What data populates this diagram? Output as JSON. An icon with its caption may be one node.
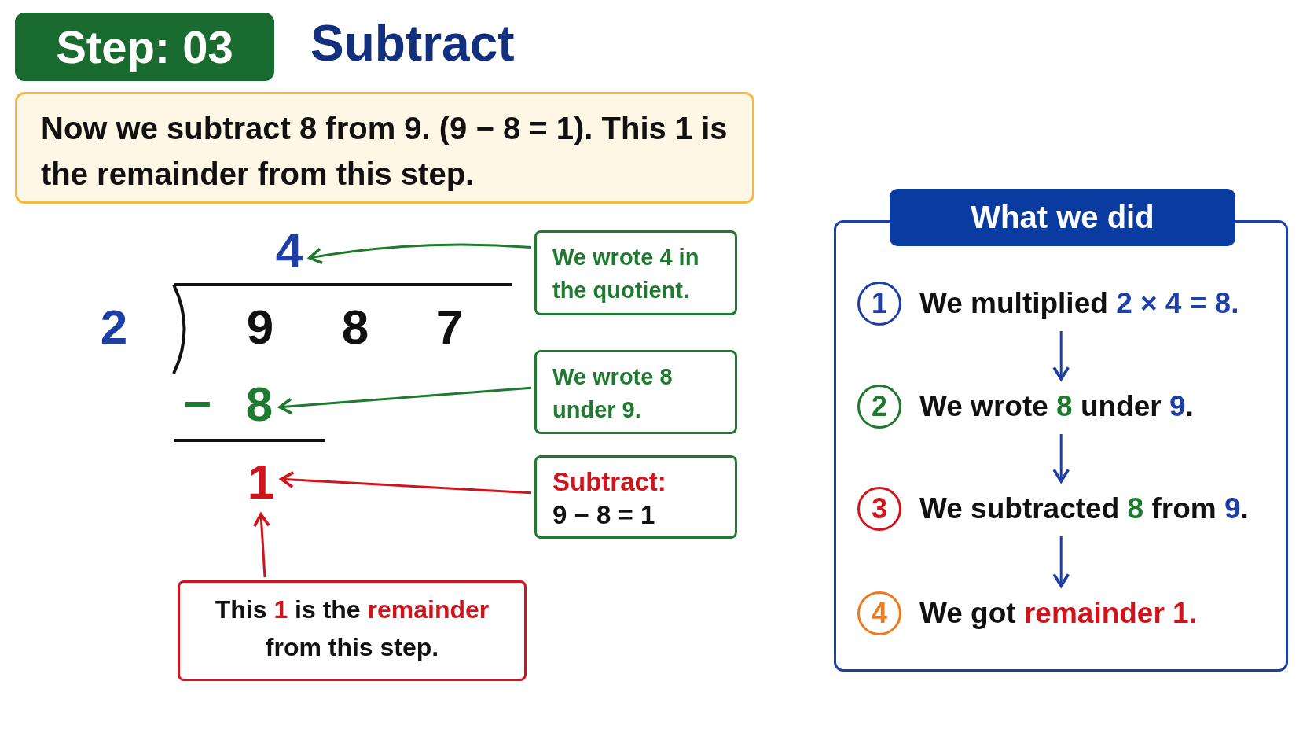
{
  "diagram": {
    "title": "Subtract",
    "nodes": [
      {
        "text": [
          "Step: 03"
        ]
      },
      {
        "text": [
          "Now we subtract 8 from 9. (9 − 8 = 1). This 1 is the remainder from this step."
        ]
      },
      {
        "text": [
          "4"
        ]
      },
      {
        "text": [
          "8"
        ]
      },
      {
        "text": [
          "1"
        ]
      },
      {
        "text": [
          "We wrote 4 in the quotient."
        ]
      },
      {
        "text": [
          "We wrote 8 under 9."
        ]
      },
      {
        "text": [
          "Subtract:",
          "9 − 8 = 1"
        ]
      },
      {
        "text": [
          "This **1** is the **remainder** from this step."
        ]
      },
      {
        "text": [
          "What we did"
        ]
      },
      {
        "text": [
          "1",
          "We multiplied **2 × 4 = 8.**"
        ],
        "in": 9
      },
      {
        "text": [
          "2",
          "We wrote **8** under *9*."
        ],
        "in": 9
      },
      {
        "text": [
          "3",
          "We subtracted **8** from *9*."
        ],
        "in": 9
      },
      {
        "text": [
          "4",
          "We got **remainder 1.**"
        ],
        "in": 9
      }
    ],
    "edges": [
      {
        "from": 5,
        "to": 2,
        "arrow": "to",
        "color": "#1e7a2e"
      },
      {
        "from": 6,
        "to": 3,
        "arrow": "to",
        "color": "#1e7a2e"
      },
      {
        "from": 7,
        "to": 4,
        "arrow": "to",
        "color": "#d0141b"
      },
      {
        "from": 8,
        "to": 4,
        "arrow": "to",
        "color": "#d0141b"
      },
      {
        "from": 10,
        "to": 11,
        "arrow": "to",
        "color": "#1d3fa6"
      },
      {
        "from": 11,
        "to": 12,
        "arrow": "to",
        "color": "#1d3fa6"
      },
      {
        "from": 12,
        "to": 13,
        "arrow": "to",
        "color": "#1d3fa6"
      }
    ],
    "labels": [
      "2",
      "9",
      "8",
      "7",
      "−"
    ]
  }
}
